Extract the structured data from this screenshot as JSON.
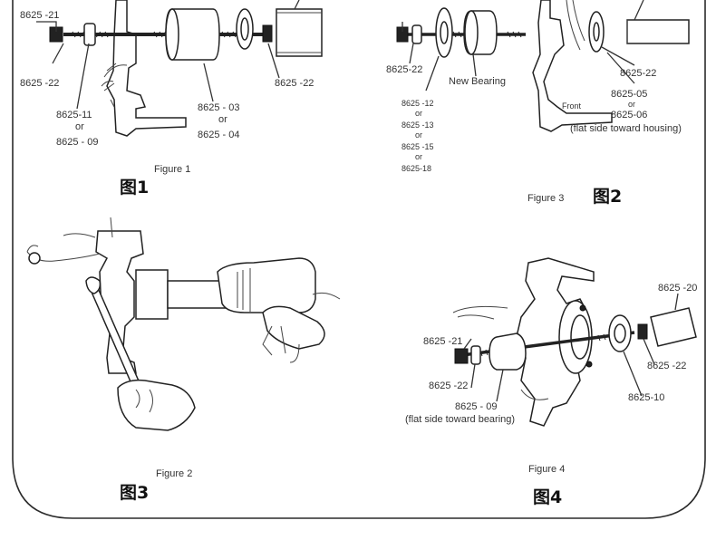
{
  "fig1": {
    "labels": {
      "p21": "8625 -21",
      "p22_left": "8625 -22",
      "p11": "8625-11",
      "or1": "or",
      "p09": "8625 - 09",
      "p03": "8625 - 03",
      "or2": "or",
      "p04": "8625 - 04",
      "p22_right": "8625 -22"
    },
    "caption": "Figure 1",
    "tag": "图1"
  },
  "fig2": {
    "labels": {
      "p22_left": "8625-22",
      "new_bearing": "New Bearing",
      "p12": "8625 -12",
      "or_a": "or",
      "p13": "8625 -13",
      "or_b": "or",
      "p15": "8625 -15",
      "or_c": "or",
      "p18": "8625-18",
      "front": "Front",
      "p22_right": "8625-22",
      "p05": "8625-05",
      "or_d": "or",
      "p06": "8625-06",
      "note": "(flat side toward housing)"
    },
    "caption": "Figure 3",
    "tag": "图2"
  },
  "fig3": {
    "caption": "Figure 2",
    "tag": "图3"
  },
  "fig4": {
    "labels": {
      "p20": "8625 -20",
      "p21": "8625 -21",
      "p22_left": "8625 -22",
      "p09": "8625 - 09",
      "note": "(flat side toward bearing)",
      "p22_right": "8625 -22",
      "p10": "8625-10"
    },
    "caption": "Figure 4",
    "tag": "图4"
  },
  "colors": {
    "border": "#2b2b2b",
    "ink": "#222222",
    "background": "#ffffff"
  }
}
